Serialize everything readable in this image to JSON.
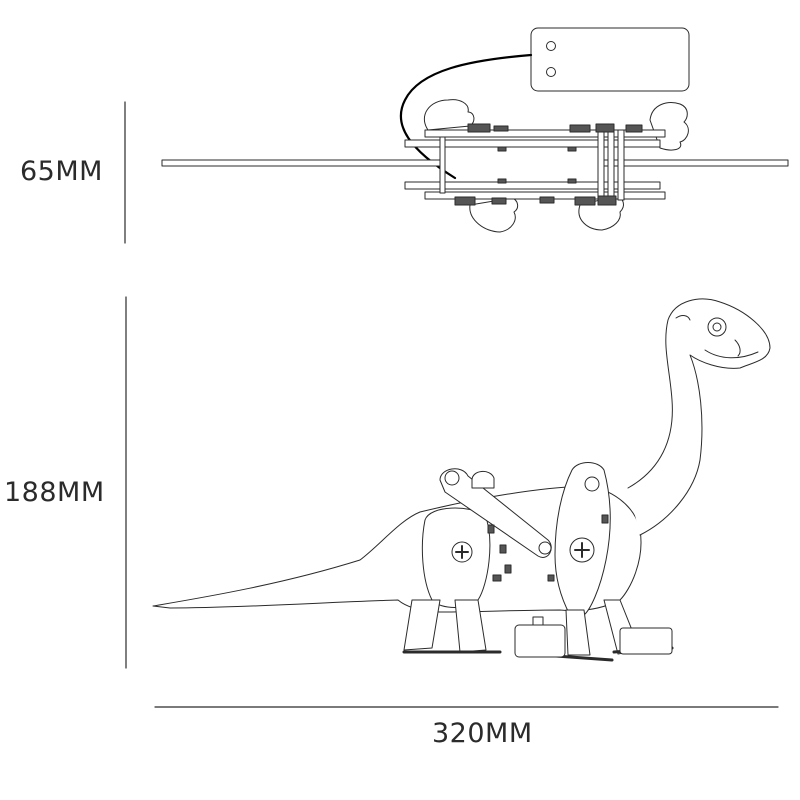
{
  "dimensions": {
    "top_view_height": "65MM",
    "side_view_height": "188MM",
    "overall_length": "320MM"
  },
  "colors": {
    "line": "#2b2b2b",
    "wire": "#000000",
    "fill": "#ffffff"
  }
}
